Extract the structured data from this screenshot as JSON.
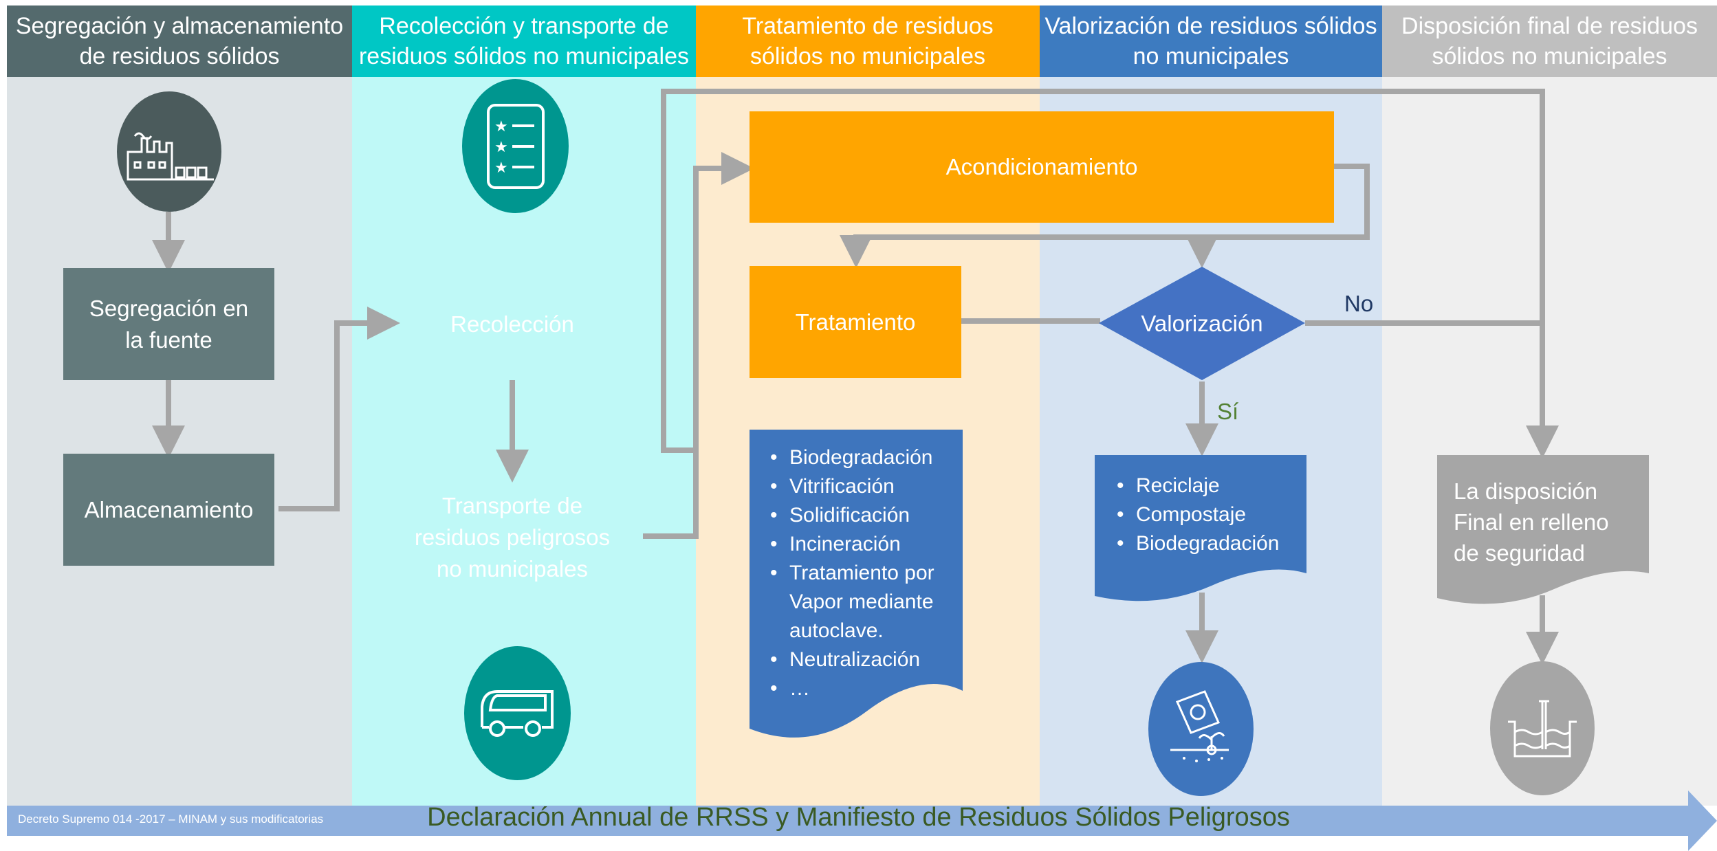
{
  "columns": [
    {
      "title": "Segregación y almacenamiento\nde residuos sólidos",
      "head_color": "#546a6d",
      "bg_color": "#dde3e6"
    },
    {
      "title": "Recolección y transporte de\nresiduos sólidos no municipales",
      "head_color": "#00c7c5",
      "bg_color": "#bff9f7"
    },
    {
      "title": "Tratamiento de residuos\nsólidos no municipales",
      "head_color": "#ffa500",
      "bg_color": "#fdebcf"
    },
    {
      "title": "Valorización de residuos sólidos\nno municipales",
      "head_color": "#3d7bc0",
      "bg_color": "#d6e3f2"
    },
    {
      "title": "Disposición final de residuos\nsólidos no municipales",
      "head_color": "#bfbfbf",
      "bg_color": "#efefef"
    }
  ],
  "col1": {
    "icon": "factory-icon",
    "segregacion": "Segregación en\nla fuente",
    "almacenamiento": "Almacenamiento"
  },
  "col2": {
    "icon": "checklist-icon",
    "recoleccion": "Recolección",
    "transporte": "Transporte de\nresiduos peligrosos\nno municipales",
    "icon2": "van-icon"
  },
  "col3": {
    "acondicionamiento": "Acondicionamiento",
    "tratamiento": "Tratamiento",
    "methods": [
      "Biodegradación",
      "Vitrificación",
      "Solidificación",
      "Incineración",
      "Tratamiento por\nVapor mediante\nautoclave.",
      "Neutralización",
      "…"
    ]
  },
  "col4": {
    "valorizacion": "Valorización",
    "si_label": "Sí",
    "no_label": "No",
    "options": [
      "Reciclaje",
      "Compostaje",
      "Biodegradación"
    ],
    "icon": "compost-icon"
  },
  "col5": {
    "disposicion": "La disposición\nFinal en relleno\nde seguridad",
    "icon": "landfill-icon"
  },
  "footer": {
    "source": "Decreto Supremo 014 -2017 – MINAM y sus modificatorias",
    "title": "Declaración Annual de RRSS y Manifiesto de Residuos Sólidos Peligrosos"
  },
  "colors": {
    "dark_slate": "#637a7c",
    "teal": "#00c6c4",
    "teal_dark": "#00968f",
    "orange": "#ffa500",
    "blue": "#3e75bd",
    "diamond_blue": "#4472c4",
    "gray_box": "#a6a6a6",
    "arrow_gray": "#a6a6a6",
    "yes_green": "#548235",
    "no_navy": "#1f3864"
  }
}
